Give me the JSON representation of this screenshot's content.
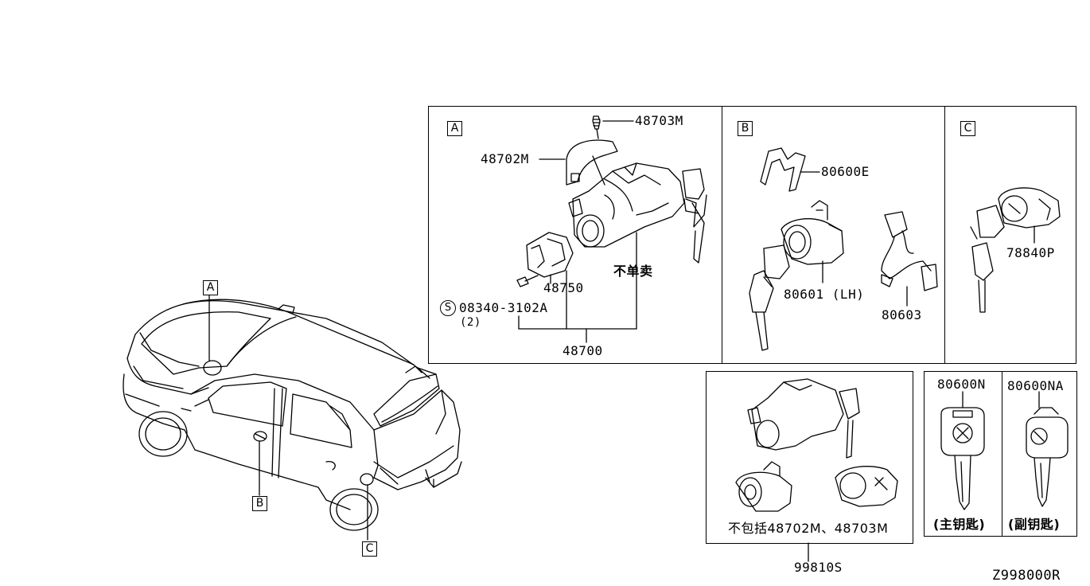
{
  "diagram_code": "Z998000R",
  "vehicle_callouts": {
    "a": "A",
    "b": "B",
    "c": "C"
  },
  "panel_a": {
    "tag": "A",
    "parts": {
      "p48703m": "48703M",
      "p48702m": "48702M",
      "p48750": "48750",
      "bolt_symbol": "S",
      "bolt": "08340-3102A",
      "bolt_qty": "(2)",
      "p48700": "48700",
      "not_sold": "不单卖"
    }
  },
  "panel_b": {
    "tag": "B",
    "parts": {
      "p80600e": "80600E",
      "p80601": "80601 (LH)",
      "p80603": "80603"
    }
  },
  "panel_c": {
    "tag": "C",
    "parts": {
      "p78840p": "78840P"
    }
  },
  "kit_panel": {
    "note": "不包括48702M、48703M",
    "part": "99810S"
  },
  "keys": {
    "master": {
      "part": "80600N",
      "caption": "(主钥匙)"
    },
    "sub": {
      "part": "80600NA",
      "caption": "(副钥匙)"
    }
  }
}
